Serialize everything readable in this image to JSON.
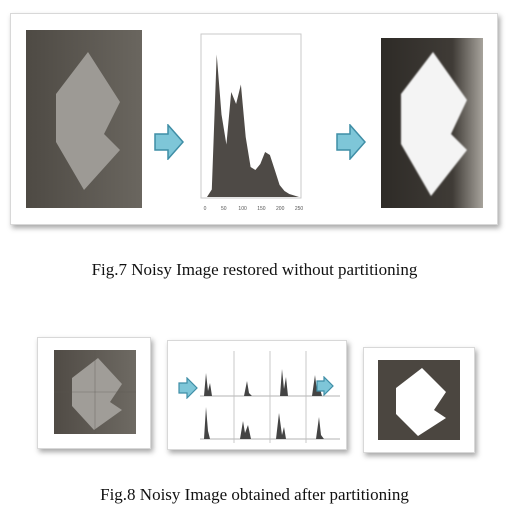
{
  "fig7": {
    "caption": "Fig.7 Noisy Image restored without partitioning",
    "histogram_ticks": [
      "0",
      "50",
      "100",
      "150",
      "200",
      "250"
    ],
    "histogram_heights": [
      0.0,
      0.05,
      0.95,
      0.55,
      0.35,
      0.7,
      0.62,
      0.75,
      0.4,
      0.2,
      0.18,
      0.22,
      0.3,
      0.28,
      0.18,
      0.08,
      0.04,
      0.02,
      0.01,
      0.0
    ]
  },
  "fig8": {
    "caption": "Fig.8 Noisy Image obtained after partitioning"
  },
  "colors": {
    "arrow_fill": "#7ec6d8",
    "arrow_stroke": "#3f8ea6",
    "dark_bg": "#4b4640",
    "shape_gray": "#9d9a95",
    "bright_shape": "#f4f4f4"
  },
  "icons": [
    "right-arrow-icon"
  ]
}
